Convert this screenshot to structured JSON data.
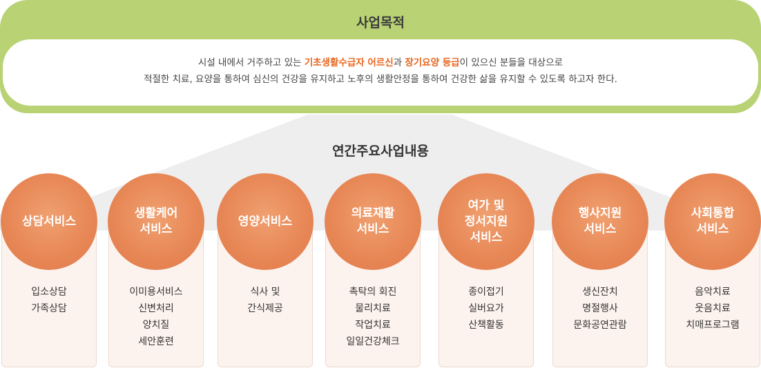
{
  "purpose": {
    "title": "사업목적",
    "line1_prefix": "시설 내에서 거주하고 있는 ",
    "line1_highlight1": "기초생활수급자 어르신",
    "line1_mid": "과 ",
    "line1_highlight2": "장기요양 등급",
    "line1_suffix": "이 있으신 분들을 대상으로",
    "line2": "적절한 치료, 요양을 통하여 심신의 건강을 유지하고 노후의 생활안정을 통하여 건강한 삶을 유지할 수 있도록 하고자 한다."
  },
  "annual": {
    "title": "연간주요사업내용",
    "services": [
      {
        "name": "상담서비스",
        "items": [
          "입소상담",
          "가족상담"
        ]
      },
      {
        "name": "생활케어\n서비스",
        "items": [
          "이미용서비스",
          "신변처리",
          "양치질",
          "세안훈련"
        ]
      },
      {
        "name": "영양서비스",
        "items": [
          "식사 및",
          "간식제공"
        ]
      },
      {
        "name": "의료재활\n서비스",
        "items": [
          "촉탁의 회진",
          "물리치료",
          "작업치료",
          "일일건강체크"
        ]
      },
      {
        "name": "여가 및\n정서지원\n서비스",
        "items": [
          "종이접기",
          "실버요가",
          "산책활동"
        ]
      },
      {
        "name": "행사지원\n서비스",
        "items": [
          "생신잔치",
          "명절행사",
          "문화공연관람"
        ]
      },
      {
        "name": "사회통합\n서비스",
        "items": [
          "음악치료",
          "웃음치료",
          "치매프로그램"
        ]
      }
    ]
  },
  "colors": {
    "purpose_bg": "#b8d274",
    "highlight": "#e8651e",
    "circle": "#e88857",
    "card_bg": "#fdf3ee"
  }
}
